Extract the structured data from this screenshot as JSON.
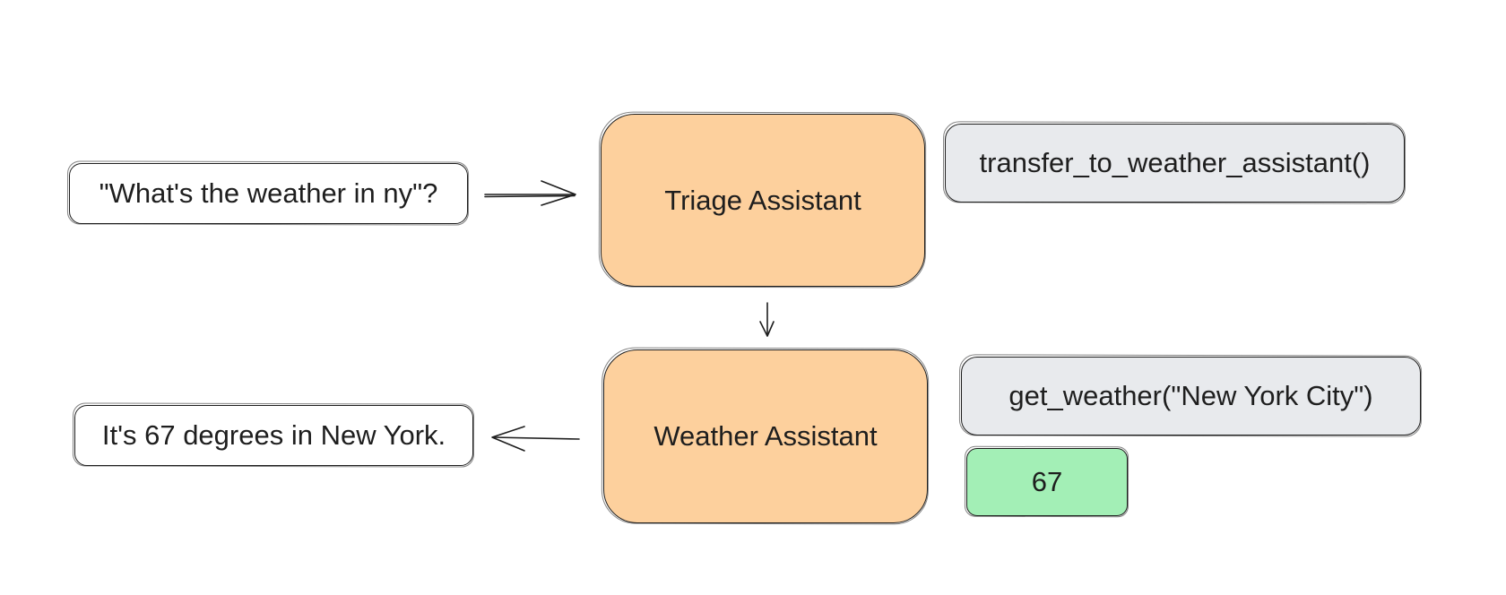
{
  "user_message": "\"What's the weather in ny\"?",
  "triage_assistant": "Triage Assistant",
  "weather_assistant": "Weather Assistant",
  "transfer_call": "transfer_to_weather_assistant()",
  "weather_call": "get_weather(\"New York City\")",
  "weather_result": "67",
  "final_reply": "It's 67 degrees in New York.",
  "colors": {
    "assistant_fill": "#fdd09d",
    "tool_fill": "#e8eaed",
    "result_fill": "#a3efb6",
    "stroke": "#1e1e1e"
  }
}
